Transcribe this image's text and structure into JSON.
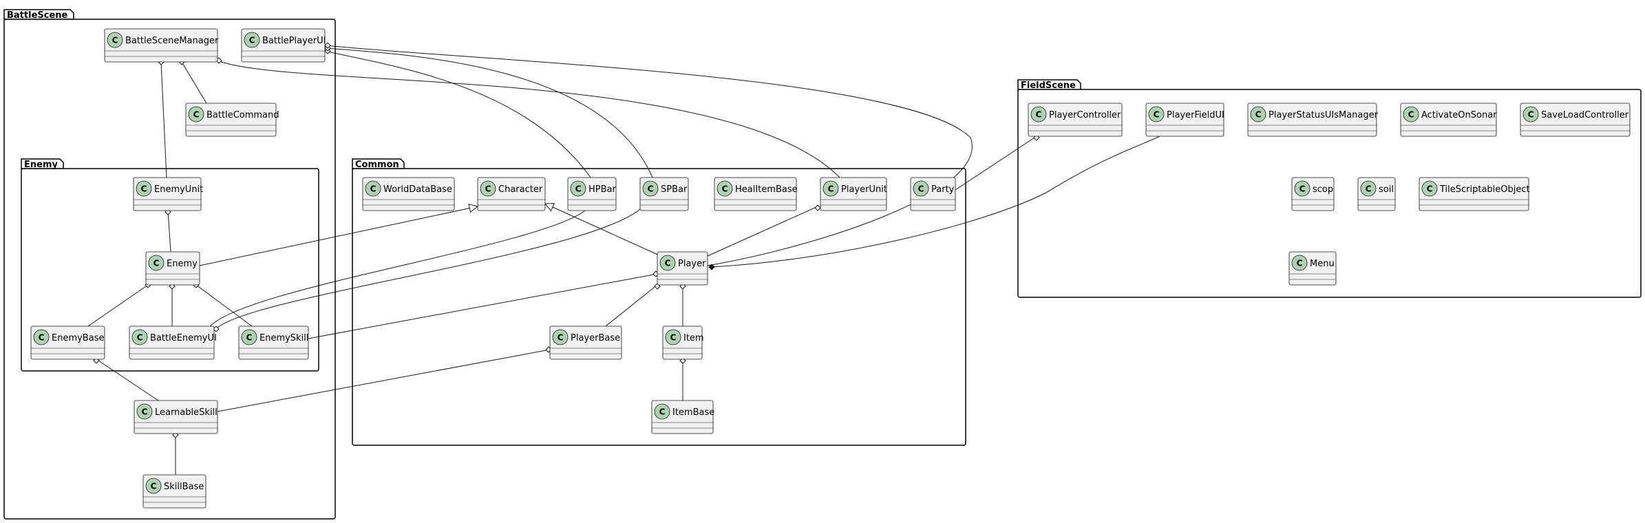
{
  "packages": [
    {
      "id": "battle",
      "label": "BattleScene"
    },
    {
      "id": "enemy",
      "label": "Enemy"
    },
    {
      "id": "common",
      "label": "Common"
    },
    {
      "id": "field",
      "label": "FieldScene"
    }
  ],
  "class_stereotype_letter": "C",
  "classes": [
    {
      "id": "BattleSceneManager",
      "label": "BattleSceneManager"
    },
    {
      "id": "BattlePlayerUI",
      "label": "BattlePlayerUI"
    },
    {
      "id": "BattleCommand",
      "label": "BattleCommand"
    },
    {
      "id": "EnemyUnit",
      "label": "EnemyUnit"
    },
    {
      "id": "Enemy",
      "label": "Enemy"
    },
    {
      "id": "EnemyBase",
      "label": "EnemyBase"
    },
    {
      "id": "BattleEnemyUI",
      "label": "BattleEnemyUI"
    },
    {
      "id": "EnemySkill",
      "label": "EnemySkill"
    },
    {
      "id": "LearnableSkill",
      "label": "LearnableSkill"
    },
    {
      "id": "SkillBase",
      "label": "SkillBase"
    },
    {
      "id": "WorldDataBase",
      "label": "WorldDataBase"
    },
    {
      "id": "Character",
      "label": "Character"
    },
    {
      "id": "HPBar",
      "label": "HPBar"
    },
    {
      "id": "SPBar",
      "label": "SPBar"
    },
    {
      "id": "HealItemBase",
      "label": "HealItemBase"
    },
    {
      "id": "PlayerUnit",
      "label": "PlayerUnit"
    },
    {
      "id": "Party",
      "label": "Party"
    },
    {
      "id": "Player",
      "label": "Player"
    },
    {
      "id": "PlayerBase",
      "label": "PlayerBase"
    },
    {
      "id": "Item",
      "label": "Item"
    },
    {
      "id": "ItemBase",
      "label": "ItemBase"
    },
    {
      "id": "PlayerController",
      "label": "PlayerController"
    },
    {
      "id": "PlayerFieldUI",
      "label": "PlayerFieldUI"
    },
    {
      "id": "PlayerStatusUIsManager",
      "label": "PlayerStatusUIsManager"
    },
    {
      "id": "ActivateOnSonar",
      "label": "ActivateOnSonar"
    },
    {
      "id": "SaveLoadController",
      "label": "SaveLoadController"
    },
    {
      "id": "scop",
      "label": "scop"
    },
    {
      "id": "soil",
      "label": "soil"
    },
    {
      "id": "TileScriptableObject",
      "label": "TileScriptableObject"
    },
    {
      "id": "Menu",
      "label": "Menu"
    }
  ],
  "relations": [
    {
      "from": "BattleSceneManager",
      "to": "EnemyUnit",
      "kind": "aggregation"
    },
    {
      "from": "BattleSceneManager",
      "to": "BattleCommand",
      "kind": "aggregation"
    },
    {
      "from": "BattleSceneManager",
      "to": "PlayerUnit",
      "kind": "aggregation"
    },
    {
      "from": "BattlePlayerUI",
      "to": "HPBar",
      "kind": "aggregation"
    },
    {
      "from": "BattlePlayerUI",
      "to": "SPBar",
      "kind": "aggregation"
    },
    {
      "from": "BattlePlayerUI",
      "to": "Player",
      "kind": "aggregation"
    },
    {
      "from": "EnemyUnit",
      "to": "Enemy",
      "kind": "aggregation"
    },
    {
      "from": "Enemy",
      "to": "EnemyBase",
      "kind": "aggregation"
    },
    {
      "from": "Enemy",
      "to": "BattleEnemyUI",
      "kind": "aggregation"
    },
    {
      "from": "Enemy",
      "to": "EnemySkill",
      "kind": "aggregation"
    },
    {
      "from": "Enemy",
      "to": "Character",
      "kind": "inheritance"
    },
    {
      "from": "BattleEnemyUI",
      "to": "HPBar",
      "kind": "aggregation"
    },
    {
      "from": "BattleEnemyUI",
      "to": "SPBar",
      "kind": "aggregation"
    },
    {
      "from": "EnemyBase",
      "to": "LearnableSkill",
      "kind": "aggregation"
    },
    {
      "from": "LearnableSkill",
      "to": "SkillBase",
      "kind": "aggregation"
    },
    {
      "from": "Player",
      "to": "Character",
      "kind": "inheritance"
    },
    {
      "from": "PlayerUnit",
      "to": "Player",
      "kind": "aggregation"
    },
    {
      "from": "Player",
      "to": "EnemySkill",
      "kind": "aggregation"
    },
    {
      "from": "Player",
      "to": "PlayerBase",
      "kind": "aggregation"
    },
    {
      "from": "Player",
      "to": "Item",
      "kind": "aggregation"
    },
    {
      "from": "Item",
      "to": "ItemBase",
      "kind": "aggregation"
    },
    {
      "from": "PlayerBase",
      "to": "LearnableSkill",
      "kind": "aggregation"
    },
    {
      "from": "PlayerController",
      "to": "Party",
      "kind": "aggregation"
    },
    {
      "from": "Player",
      "to": "PlayerFieldUI",
      "kind": "composition"
    }
  ],
  "colors": {
    "class_fill": "#f1f1f1",
    "stereotype_circle": "#add1b2",
    "stroke": "#181818",
    "package_fill": "#ffffff"
  }
}
